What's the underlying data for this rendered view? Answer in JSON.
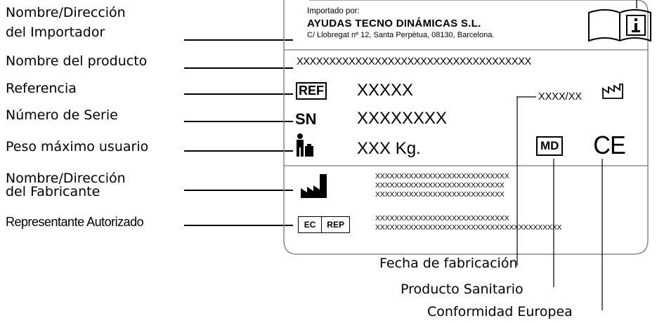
{
  "left_labels": {
    "importer": [
      "Nombre/Dirección",
      "del Importador"
    ],
    "product_name": "Nombre del producto",
    "reference": "Referencia",
    "serial": "Número de Serie",
    "max_weight": "Peso máximo usuario",
    "manufacturer": [
      "Nombre/Dirección",
      "del Fabricante"
    ],
    "authorized_rep": "Representante Autorizado"
  },
  "label_card": {
    "importer_caption": "Importado por:",
    "importer_name": "AYUDAS TECNO DINÁMICAS S.L.",
    "importer_address": "C/ Llobregat nº 12, Santa Perpètua, 08130, Barcelona.",
    "product_name_value": "XXXXXXXXXXXXXXXXXXXXXXXXXXXXXXXXXXXX",
    "ref_symbol": "REF",
    "ref_value": "XXXXX",
    "sn_symbol": "SN",
    "sn_value": "XXXXXXXX",
    "weight_value": "XXX Kg.",
    "date_value": "XXXX/XX",
    "md_symbol": "MD",
    "ce_mark": "CE",
    "manufacturer_lines": [
      "XXXXXXXXXXXXXXXXXXXXXXXXXXXX",
      "XXXXXXXXXXXXXXXXXXXXXXXXXXX",
      "XXXXXXXXXXXXXXXXXXXXXXXXXXX"
    ],
    "ec_rep_symbol_left": "EC",
    "ec_rep_symbol_right": "REP",
    "rep_lines": [
      "XXXXXXXXXXXXXXXXXXXXXXXXXXXX",
      "XXXXXXXXXXXXXXXXXXXXXXXXXXXXXXXXXXXXXXX"
    ]
  },
  "bottom_labels": {
    "manufacture_date": "Fecha de fabricación",
    "medical_device": "Producto Sanitario",
    "european_conformity": "Conformidad Europea"
  }
}
